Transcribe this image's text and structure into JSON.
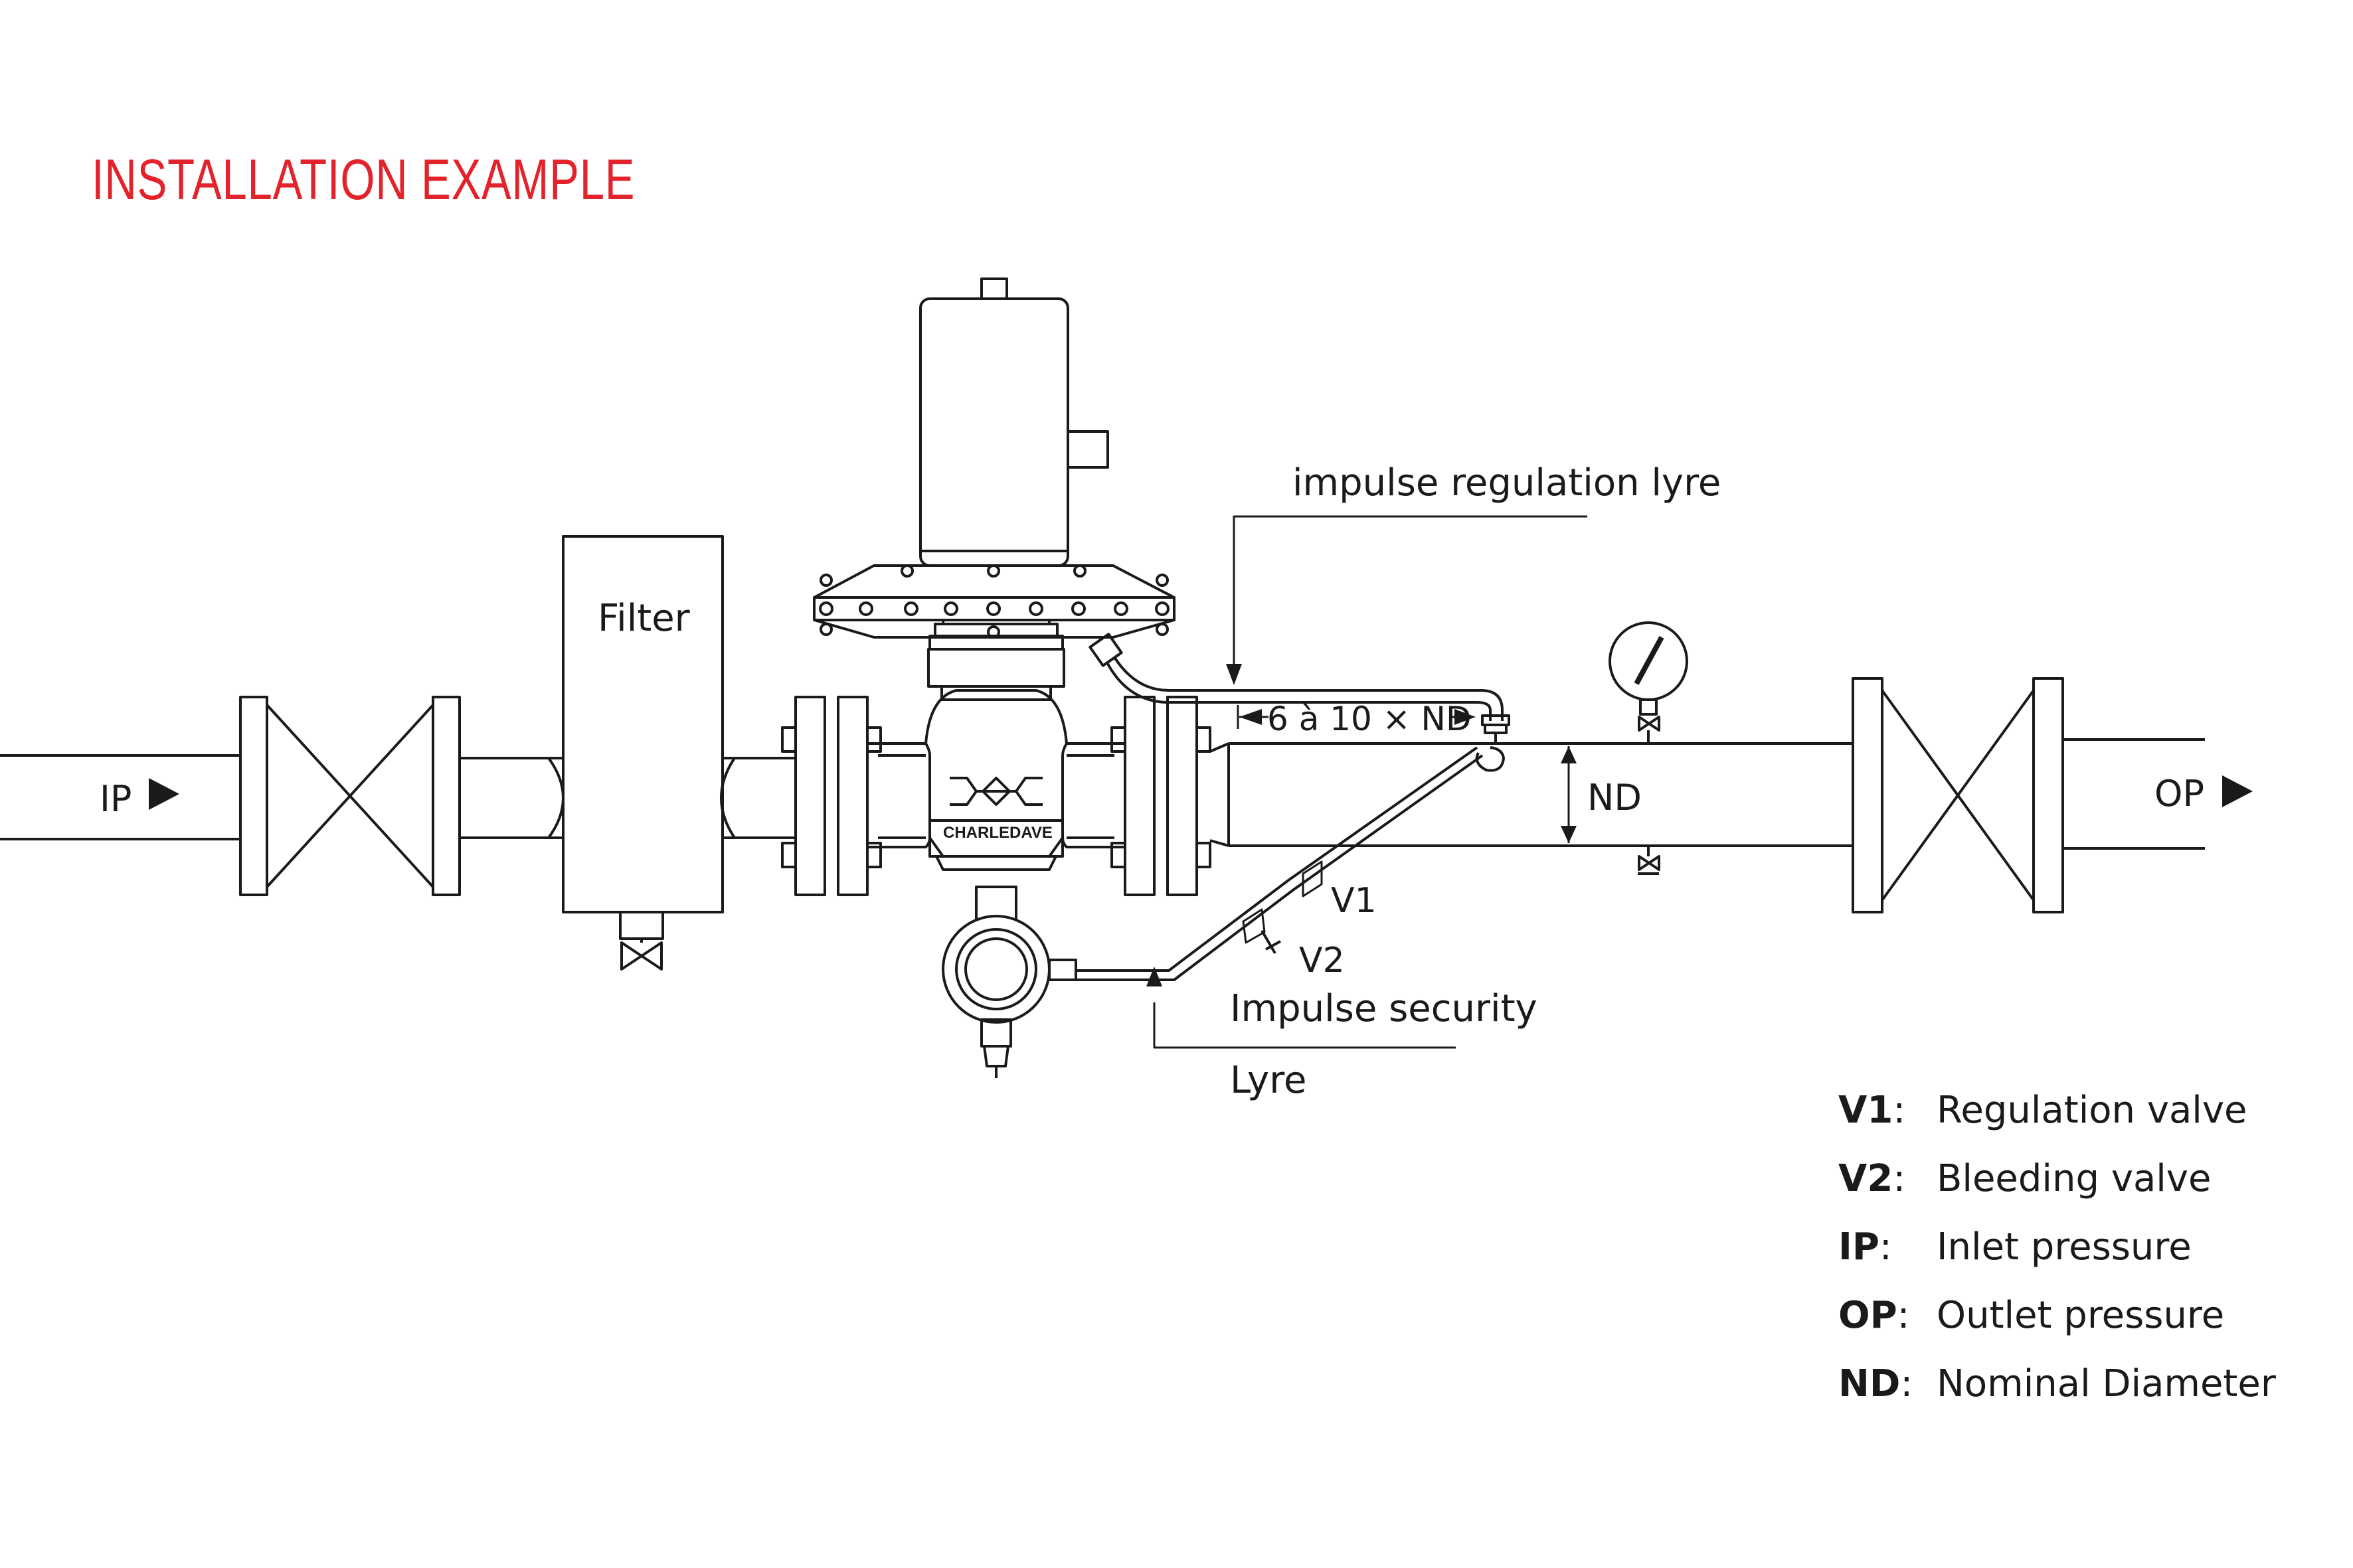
{
  "title": "INSTALLATION EXAMPLE",
  "labels": {
    "filter": "Filter",
    "ip": "IP",
    "op": "OP",
    "nd": "ND",
    "distance": "6 à 10 × ND",
    "impulse_regulation_lyre": "impulse regulation lyre",
    "impulse_security": "Impulse security",
    "lyre": "Lyre",
    "v1": "V1",
    "v2": "V2",
    "brand": "CHARLEDAVE"
  },
  "legend": [
    {
      "key": "V1",
      "value": "Regulation valve"
    },
    {
      "key": "V2",
      "value": "Bleeding valve"
    },
    {
      "key": "IP",
      "value": "Inlet pressure"
    },
    {
      "key": "OP",
      "value": "Outlet pressure"
    },
    {
      "key": "ND",
      "value": "Nominal Diameter"
    }
  ],
  "colors": {
    "title": "#e3222b",
    "line": "#1a1a1a",
    "background": "#ffffff"
  }
}
